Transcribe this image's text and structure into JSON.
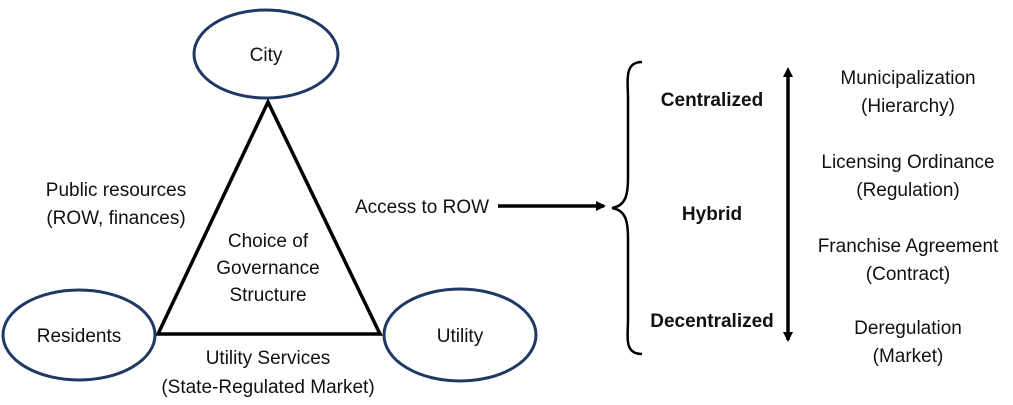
{
  "nodes": {
    "city": "City",
    "residents": "Residents",
    "utility": "Utility"
  },
  "center": {
    "line1": "Choice of",
    "line2": "Governance",
    "line3": "Structure"
  },
  "edges": {
    "left_line1": "Public resources",
    "left_line2": "(ROW, finances)",
    "bottom_line1": "Utility Services",
    "bottom_line2": "(State-Regulated Market)",
    "arrow_label": "Access to ROW"
  },
  "spectrum": {
    "centralized": "Centralized",
    "hybrid": "Hybrid",
    "decentralized": "Decentralized"
  },
  "structures": [
    {
      "line1": "Municipalization",
      "line2": "(Hierarchy)"
    },
    {
      "line1": "Licensing Ordinance",
      "line2": "(Regulation)"
    },
    {
      "line1": "Franchise Agreement",
      "line2": "(Contract)"
    },
    {
      "line1": "Deregulation",
      "line2": "(Market)"
    }
  ],
  "colors": {
    "ellipse_stroke": "#1f3864",
    "line": "#000000"
  }
}
